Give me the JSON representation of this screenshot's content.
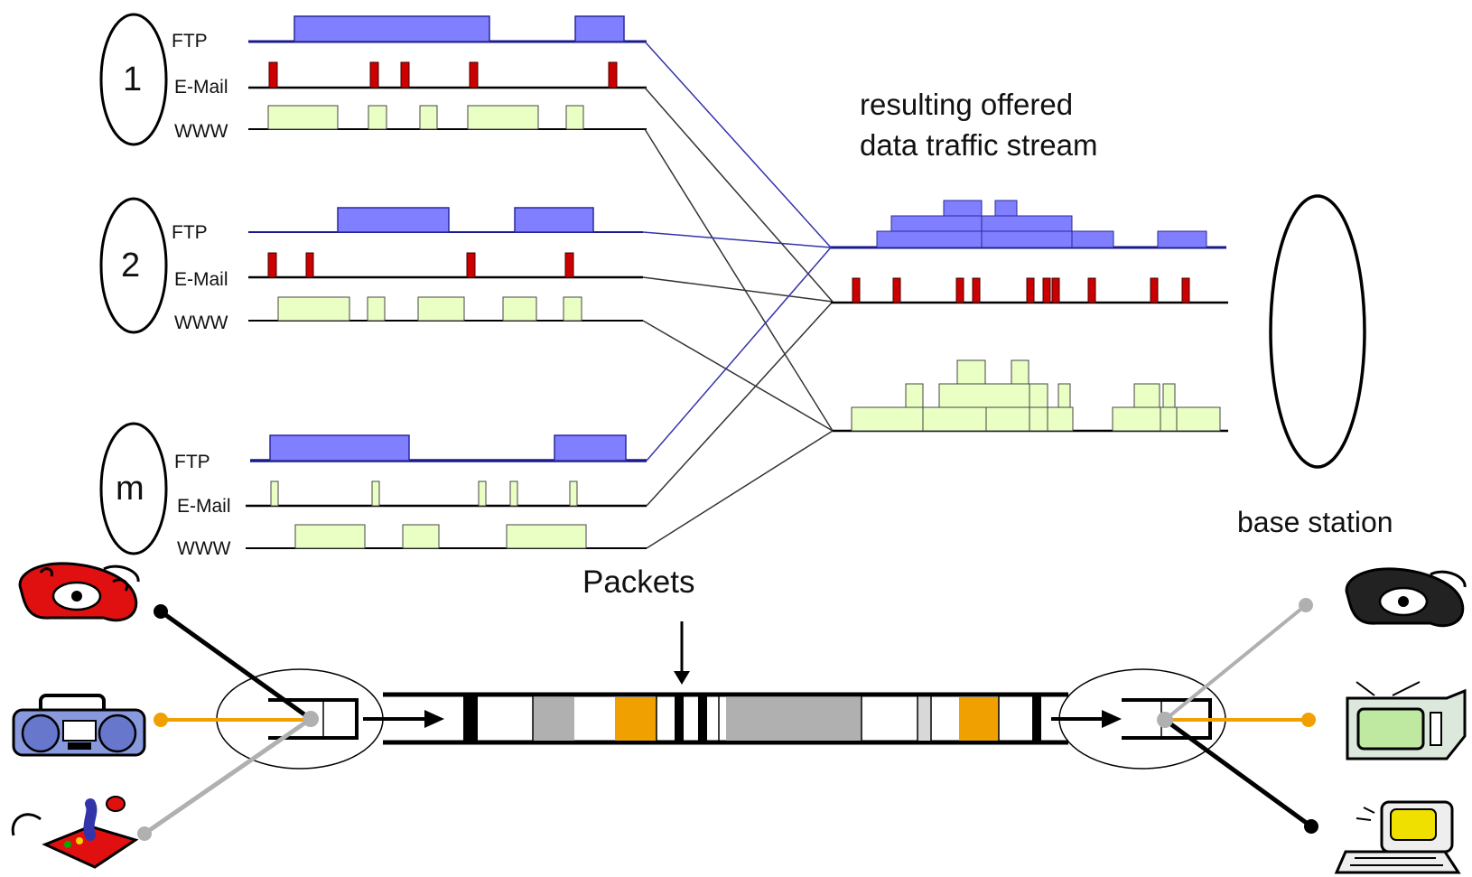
{
  "groups": [
    {
      "id": "1",
      "traffic": [
        "FTP",
        "E-Mail",
        "WWW"
      ]
    },
    {
      "id": "2",
      "traffic": [
        "FTP",
        "E-Mail",
        "WWW"
      ]
    },
    {
      "id": "m",
      "traffic": [
        "FTP",
        "E-Mail",
        "WWW"
      ]
    }
  ],
  "result_label_line1": "resulting offered",
  "result_label_line2": "data traffic stream",
  "base_station_label": "base station",
  "packets_label": "Packets",
  "colors": {
    "ftp_fill": "#7f7fff",
    "ftp_line": "#1a1a8c",
    "email_fill": "#cc0000",
    "www_fill": "#eaffc4",
    "packet_gray": "#b0b0b0",
    "packet_orange": "#f0a000",
    "link_orange": "#f0a000",
    "link_gray": "#b0b0b0"
  },
  "icons": {
    "left": [
      "red-telephone-icon",
      "boombox-radio-icon",
      "joystick-icon"
    ],
    "right": [
      "black-telephone-icon",
      "television-icon",
      "computer-icon"
    ]
  }
}
